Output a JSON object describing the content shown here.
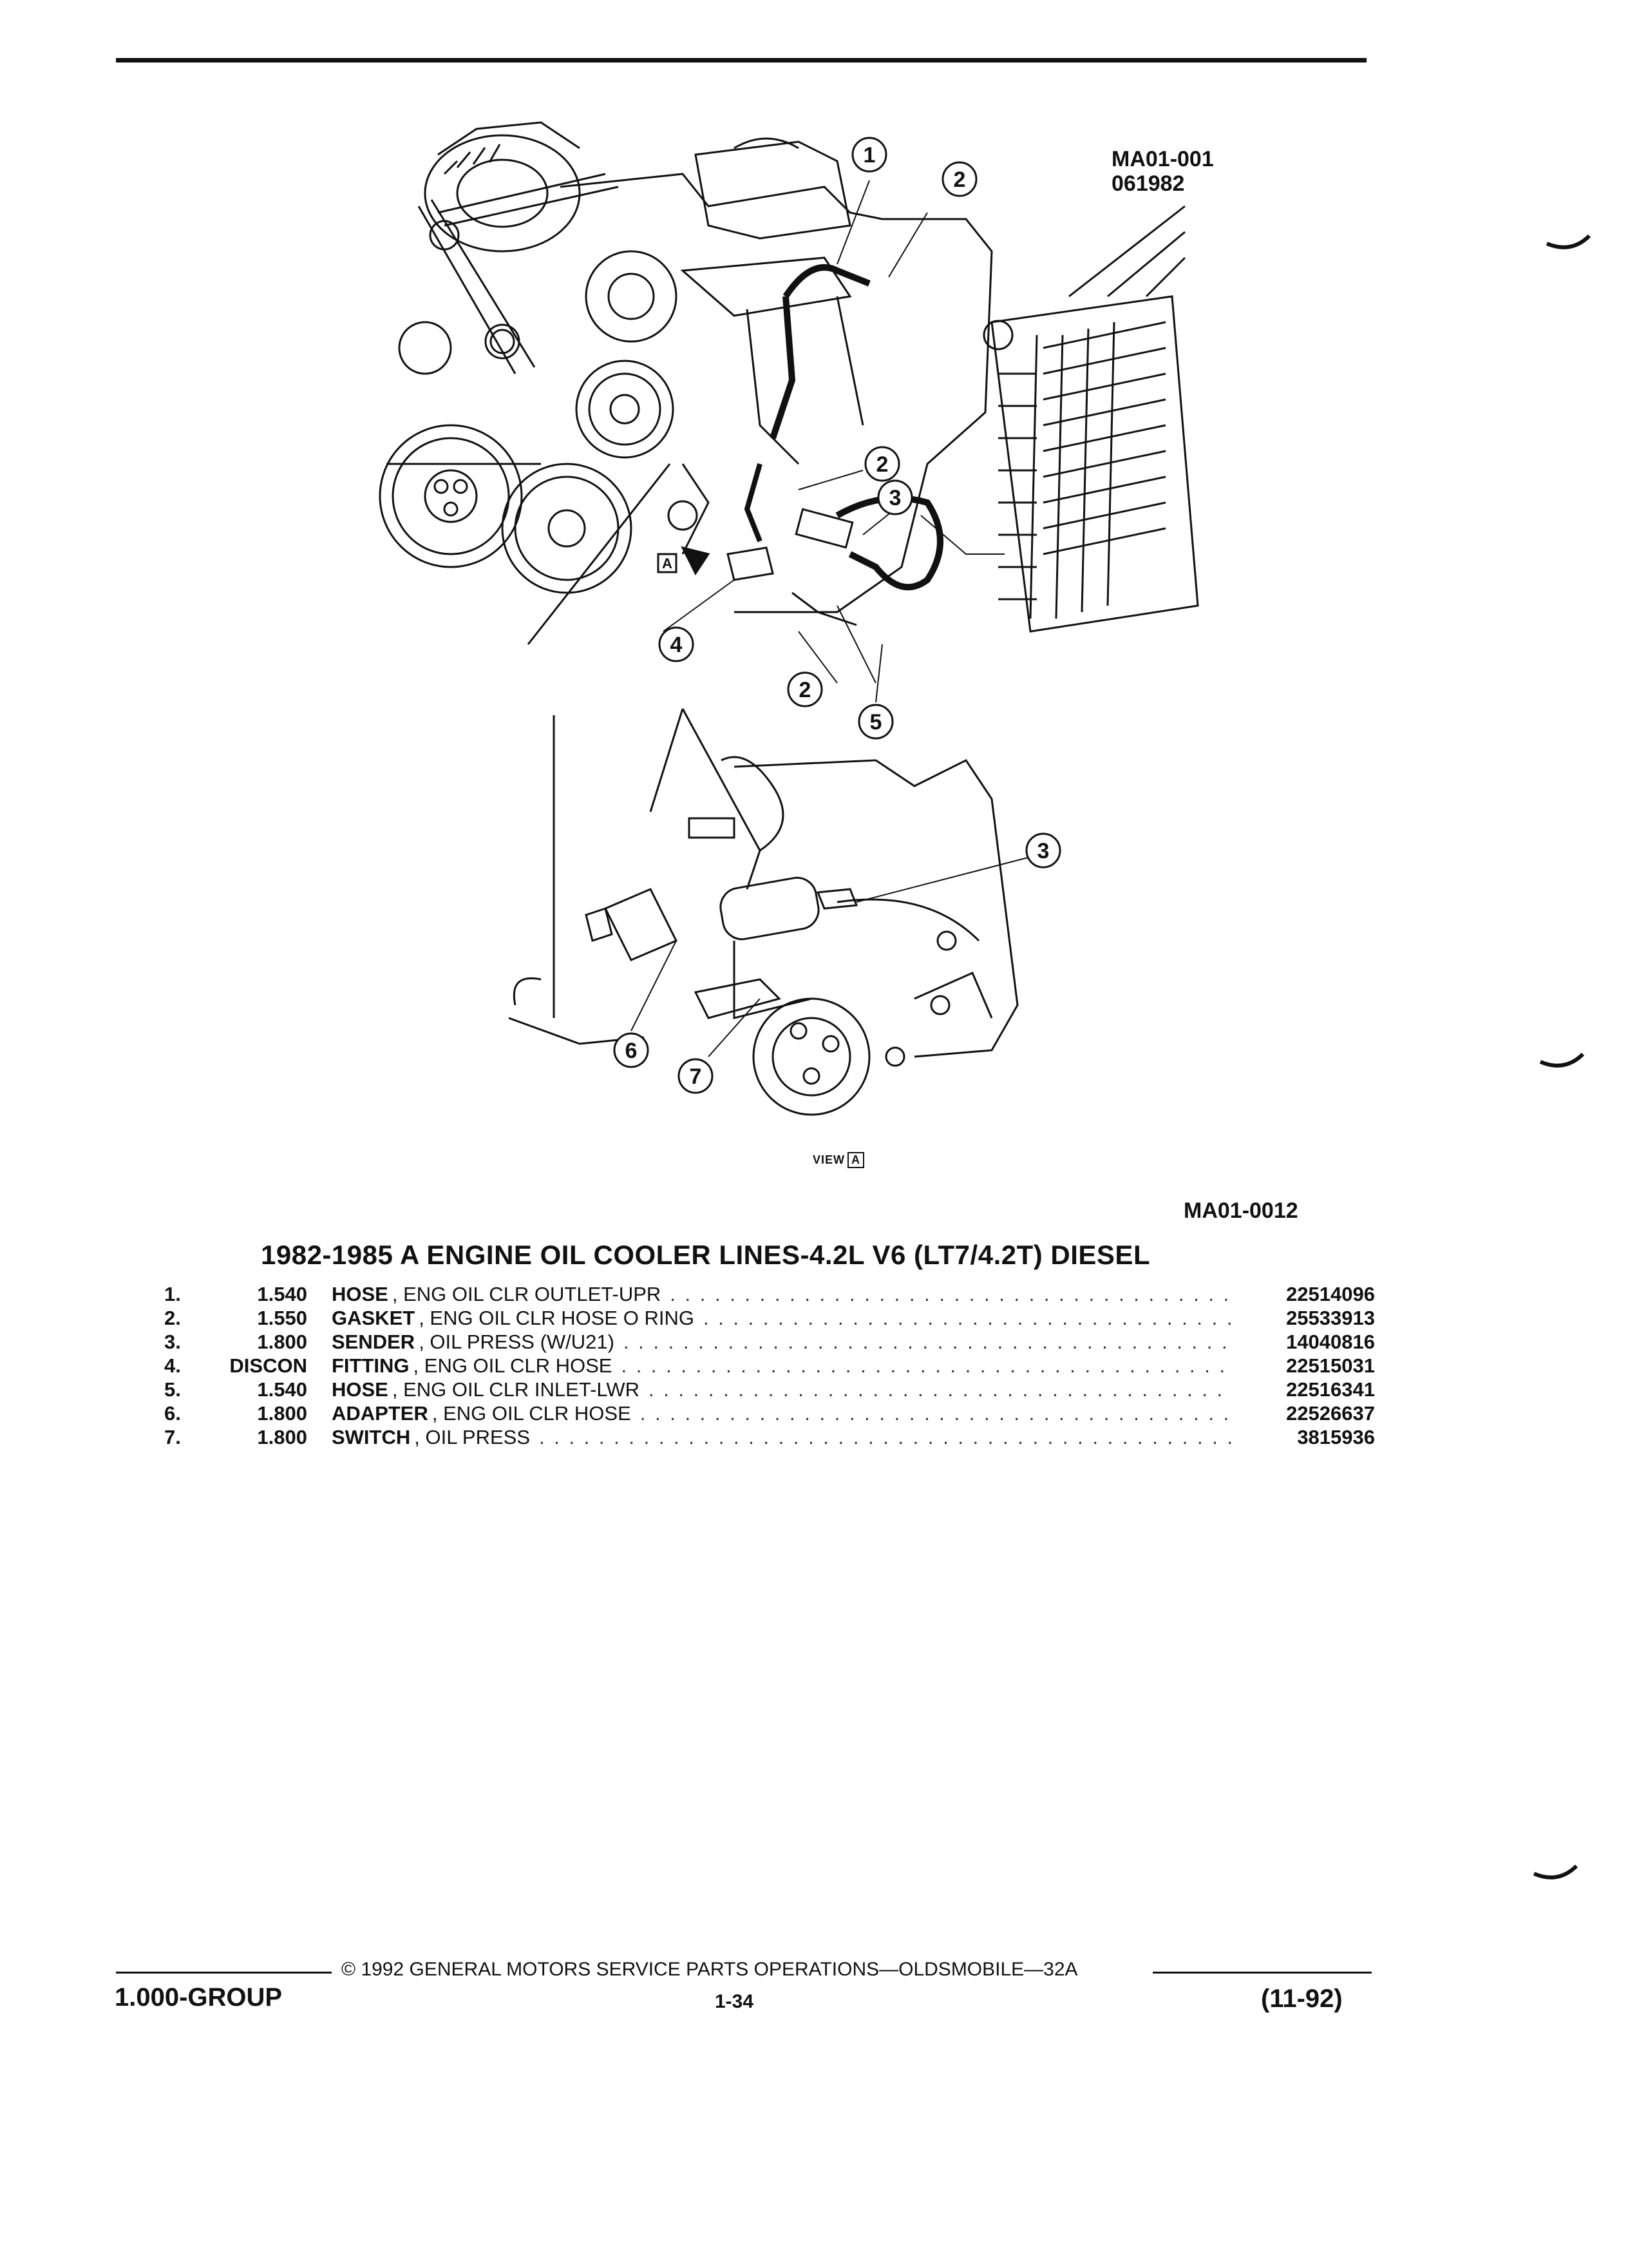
{
  "figure": {
    "code_top": "MA01-001",
    "date_code": "061982",
    "view_label": "VIEW",
    "view_letter": "A",
    "code_bottom": "MA01-0012",
    "callouts": [
      "1",
      "2",
      "2",
      "3",
      "4",
      "2",
      "5",
      "3",
      "6",
      "7"
    ],
    "detail_arrow_letter": "A"
  },
  "title": "1982-1985 A ENGINE OIL COOLER LINES-4.2L V6 (LT7/4.2T) DIESEL",
  "parts": [
    {
      "num": "1.",
      "code": "1.540",
      "name": "HOSE",
      "spec": ", ENG OIL CLR OUTLET-UPR",
      "part_no": "22514096"
    },
    {
      "num": "2.",
      "code": "1.550",
      "name": "GASKET",
      "spec": ", ENG OIL CLR HOSE O RING",
      "part_no": "25533913"
    },
    {
      "num": "3.",
      "code": "1.800",
      "name": "SENDER",
      "spec": ", OIL PRESS (W/U21)",
      "part_no": "14040816"
    },
    {
      "num": "4.",
      "code": "DISCON",
      "name": "FITTING",
      "spec": ", ENG OIL CLR HOSE",
      "part_no": "22515031"
    },
    {
      "num": "5.",
      "code": "1.540",
      "name": "HOSE",
      "spec": ", ENG OIL CLR INLET-LWR",
      "part_no": "22516341"
    },
    {
      "num": "6.",
      "code": "1.800",
      "name": "ADAPTER",
      "spec": ", ENG OIL CLR HOSE",
      "part_no": "22526637"
    },
    {
      "num": "7.",
      "code": "1.800",
      "name": "SWITCH",
      "spec": ", OIL PRESS",
      "part_no": "3815936"
    }
  ],
  "footer": {
    "copyright": "© 1992 GENERAL MOTORS SERVICE PARTS OPERATIONS—OLDSMOBILE—32A",
    "group": "1.000-GROUP",
    "page": "1-34",
    "date": "(11-92)"
  }
}
